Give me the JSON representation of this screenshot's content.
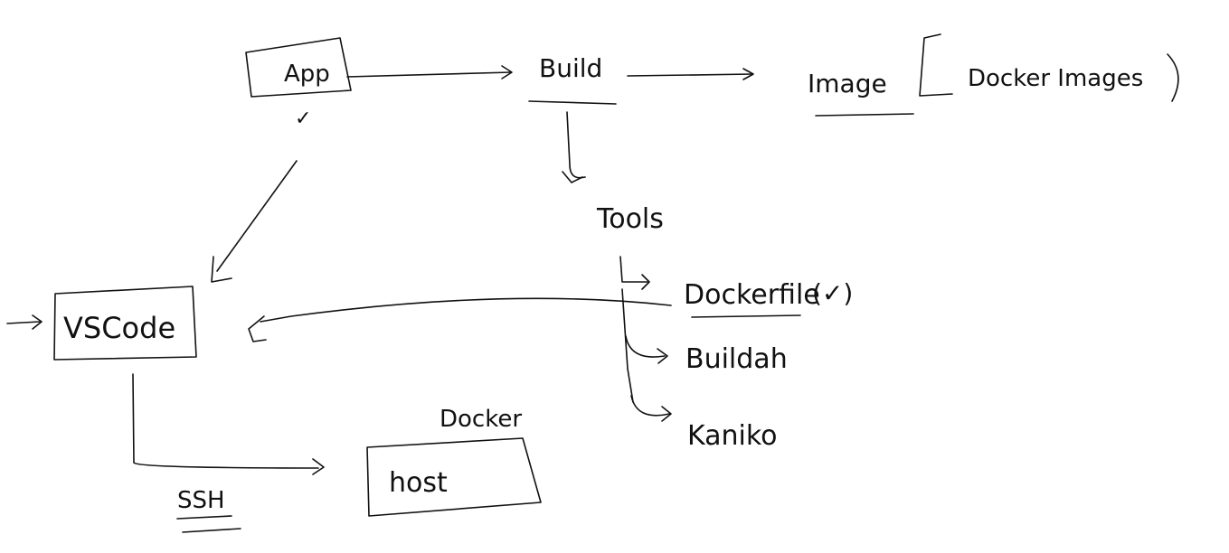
{
  "diagram": {
    "nodes": {
      "app": "App",
      "build": "Build",
      "image": "Image",
      "docker_images": "Docker Images",
      "tools": "Tools",
      "dockerfile": "Dockerfile",
      "buildah": "Buildah",
      "kaniko": "Kaniko",
      "vscode": "VSCode",
      "docker": "Docker",
      "host": "host",
      "ssh": "SSH"
    },
    "marks": {
      "app_check": "✓",
      "dockerfile_check": "(✓)"
    },
    "ink_color": "#111111"
  }
}
